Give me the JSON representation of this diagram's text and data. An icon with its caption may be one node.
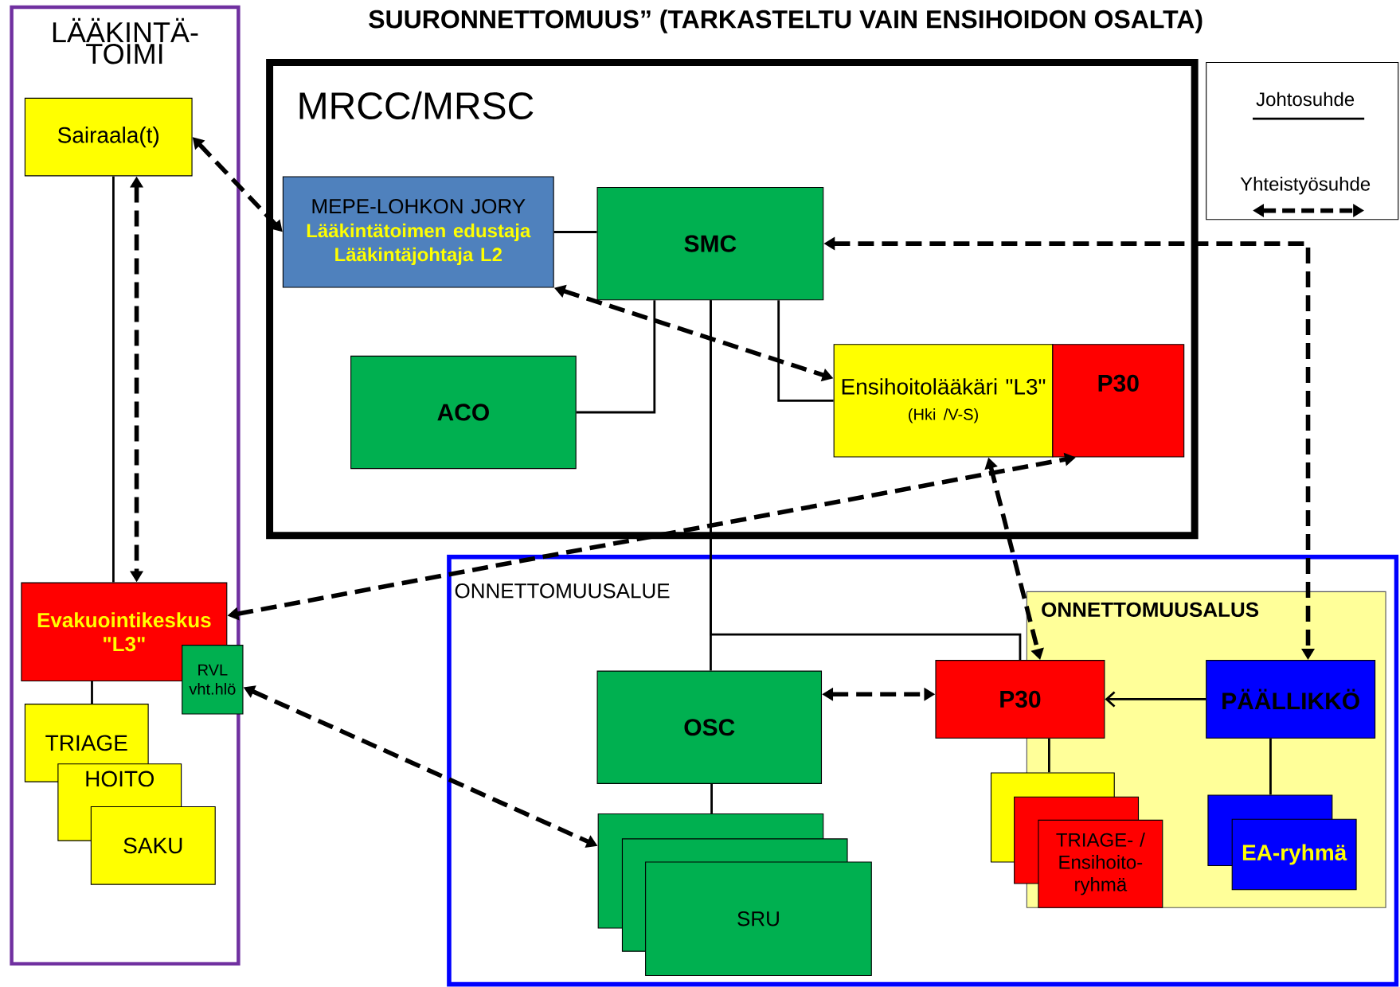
{
  "diagram": {
    "title": "SUURONNETTOMUUS” (TARKASTELTU VAIN ENSIHOIDON OSALTA)",
    "nodes": [
      {
        "text": [
          "LÄÄKINTÄ- TOIMI"
        ]
      },
      {
        "text": [
          "Sairaala(t)"
        ],
        "in": 0
      },
      {
        "text": [
          "Evakuointikeskus \"L3\""
        ],
        "in": 0
      },
      {
        "text": [
          "RVL vht.hlö"
        ],
        "in": 0
      },
      {
        "text": [
          "TRIAGE"
        ],
        "in": 0
      },
      {
        "text": [
          "HOITO"
        ],
        "in": 0
      },
      {
        "text": [
          "SAKU"
        ],
        "in": 0
      },
      {
        "text": [
          "MRCC/MRSC"
        ]
      },
      {
        "text": [
          "MEPE-LOHKON JORY",
          "Lääkintätoimen edustaja",
          "Lääkintäjohtaja L2"
        ],
        "in": 7
      },
      {
        "text": [
          "SMC"
        ],
        "in": 7
      },
      {
        "text": [
          "ACO"
        ],
        "in": 7
      },
      {
        "text": [
          "Ensihoitolääkäri \"L3\"",
          "(Hki /V-S)"
        ],
        "in": 7
      },
      {
        "text": [
          "P30"
        ],
        "in": 7
      },
      {
        "text": [
          "ONNETTOMUUSALUE"
        ]
      },
      {
        "text": [
          "ONNETTOMUUSALUS"
        ],
        "in": 13
      },
      {
        "text": [
          "OSC"
        ],
        "in": 13
      },
      {
        "text": [
          "SRU"
        ],
        "in": 13
      },
      {
        "text": [
          "P30"
        ],
        "in": 13
      },
      {
        "text": [
          "PÄÄLLIKKÖ"
        ],
        "in": 14
      },
      {
        "text": [
          "TRIAGE- / Ensihoito- ryhmä"
        ],
        "in": 13
      },
      {
        "text": [
          "EA-ryhmä"
        ],
        "in": 14
      }
    ],
    "edges": [
      {
        "from": 1,
        "to": 2,
        "arrow": "none"
      },
      {
        "from": 8,
        "to": 9,
        "arrow": "none"
      },
      {
        "from": 9,
        "to": 10,
        "arrow": "none"
      },
      {
        "from": 9,
        "to": 11,
        "arrow": "none"
      },
      {
        "from": 9,
        "to": 15,
        "arrow": "none"
      },
      {
        "from": 9,
        "to": 17,
        "arrow": "none"
      },
      {
        "from": 15,
        "to": 16,
        "arrow": "none"
      },
      {
        "from": 2,
        "to": 4,
        "arrow": "none"
      },
      {
        "from": 18,
        "to": 17,
        "arrow": "to"
      },
      {
        "from": 17,
        "to": 19,
        "arrow": "none"
      },
      {
        "from": 18,
        "to": 20,
        "arrow": "none"
      },
      {
        "from": 1,
        "to": 8,
        "arrow": "both",
        "style": "dashed"
      },
      {
        "from": 1,
        "to": 2,
        "arrow": "both",
        "style": "dashed"
      },
      {
        "from": 9,
        "to": 18,
        "arrow": "both",
        "style": "dashed"
      },
      {
        "from": 8,
        "to": 11,
        "arrow": "both",
        "style": "dashed"
      },
      {
        "from": 2,
        "to": 12,
        "arrow": "both",
        "style": "dashed"
      },
      {
        "from": 11,
        "to": 17,
        "arrow": "both",
        "style": "dashed"
      },
      {
        "from": 15,
        "to": 17,
        "arrow": "both",
        "style": "dashed"
      },
      {
        "from": 3,
        "to": 16,
        "arrow": "both",
        "style": "dashed"
      }
    ],
    "legend": [
      {
        "text": "Johtosuhde"
      },
      {
        "text": "Yhteistyösuhde"
      }
    ]
  }
}
